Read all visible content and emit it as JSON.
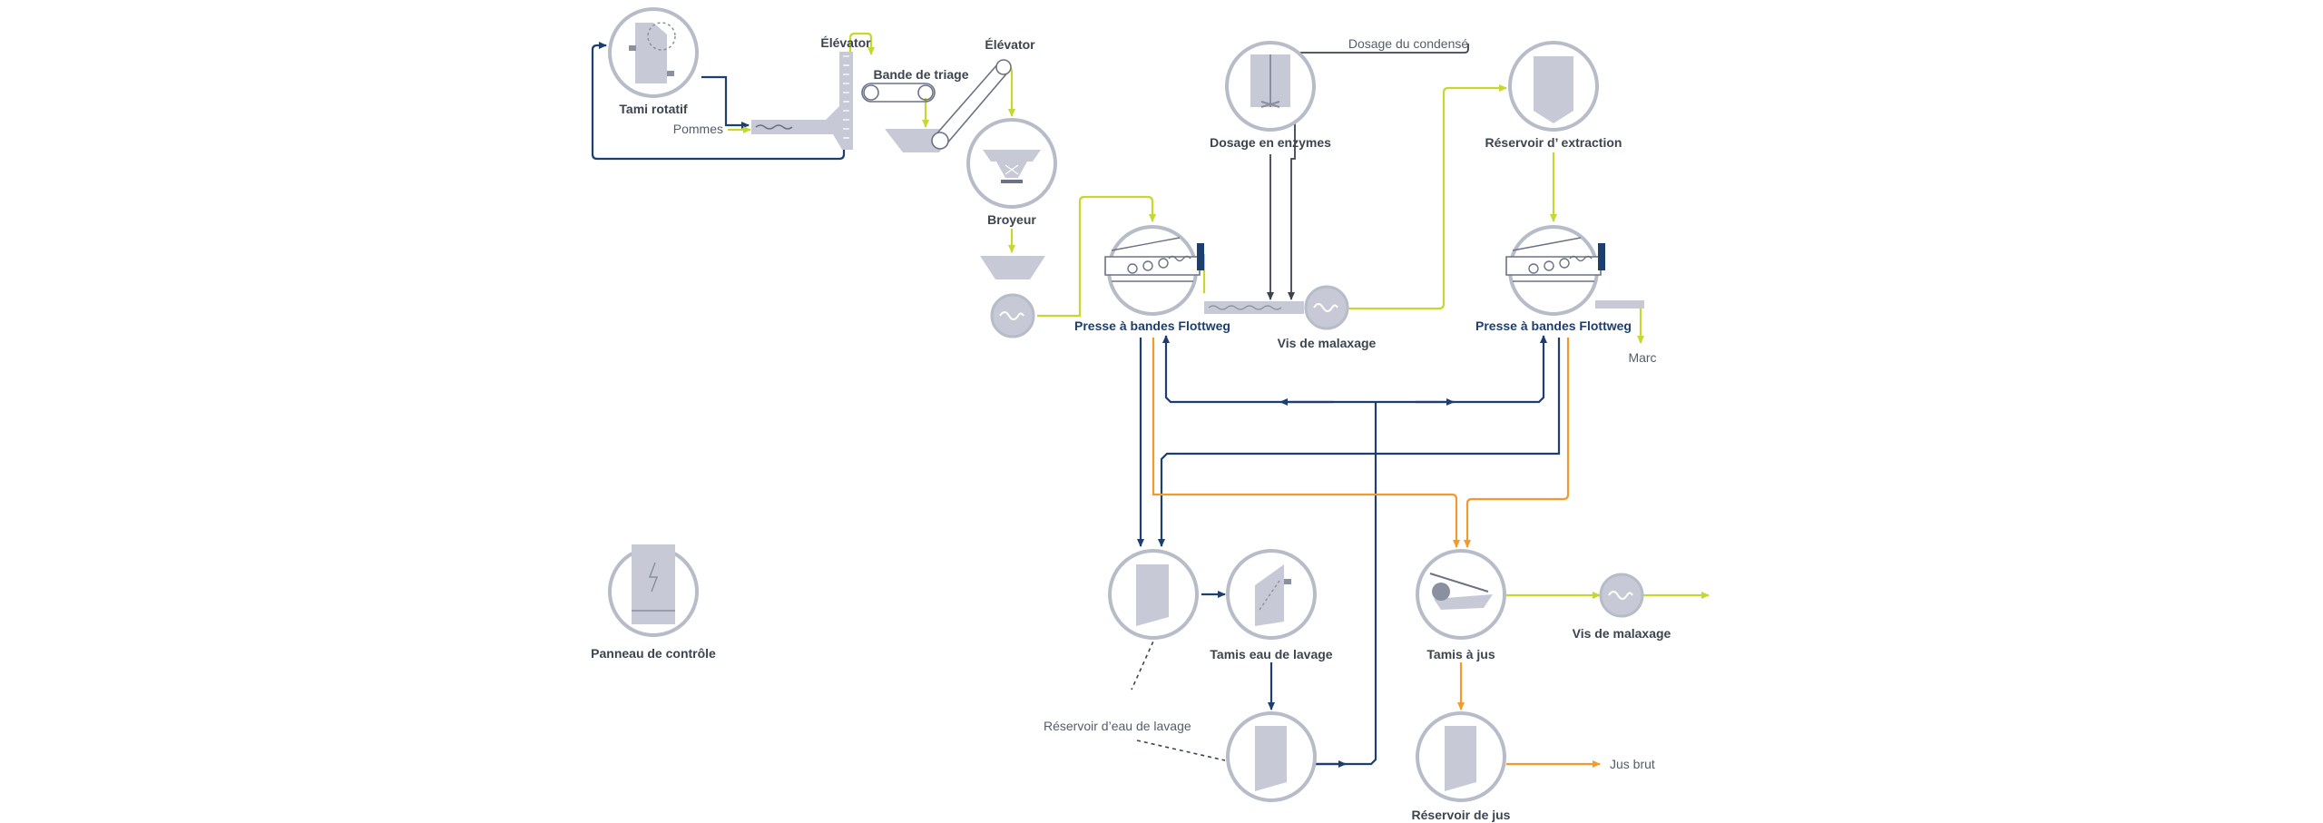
{
  "labels": {
    "tami_rotatif": "Tami rotatif",
    "pommes": "Pommes",
    "elevator1": "Élévator",
    "bande_de_triage": "Bande de triage",
    "elevator2": "Élévator",
    "broyeur": "Broyeur",
    "dosage_enzymes": "Dosage en enzymes",
    "dosage_condense": "Dosage du condensé",
    "reservoir_extraction": "Réservoir d’ extraction",
    "presse_left": "Presse à bandes Flottweg",
    "vis_malaxage_top": "Vis de malaxage",
    "presse_right": "Presse à bandes Flottweg",
    "marc": "Marc",
    "panneau_controle": "Panneau de contrôle",
    "tamis_eau": "Tamis eau de lavage",
    "reservoir_eau": "Réservoir d’eau de lavage",
    "tamis_jus": "Tamis à jus",
    "vis_malaxage_bottom": "Vis de malaxage",
    "jus_brut": "Jus brut",
    "reservoir_jus": "Réservoir de jus"
  },
  "colors": {
    "navy": "#1d3f70",
    "lime": "#c6d72f",
    "orange": "#f39a2e",
    "circle_stroke": "#b7bcc9",
    "equipment_fill": "#c7cad6"
  }
}
